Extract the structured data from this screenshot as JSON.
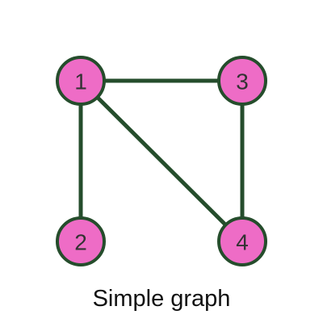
{
  "graph": {
    "caption": "Simple graph",
    "nodes": [
      {
        "id": "1",
        "label": "1"
      },
      {
        "id": "2",
        "label": "2"
      },
      {
        "id": "3",
        "label": "3"
      },
      {
        "id": "4",
        "label": "4"
      }
    ],
    "edges": [
      {
        "from": "1",
        "to": "3"
      },
      {
        "from": "1",
        "to": "2"
      },
      {
        "from": "1",
        "to": "4"
      },
      {
        "from": "3",
        "to": "4"
      }
    ]
  },
  "colors": {
    "node_fill": "#ee6cc6",
    "node_stroke": "#254d2c",
    "edge": "#254d2c",
    "label": "#333333"
  }
}
